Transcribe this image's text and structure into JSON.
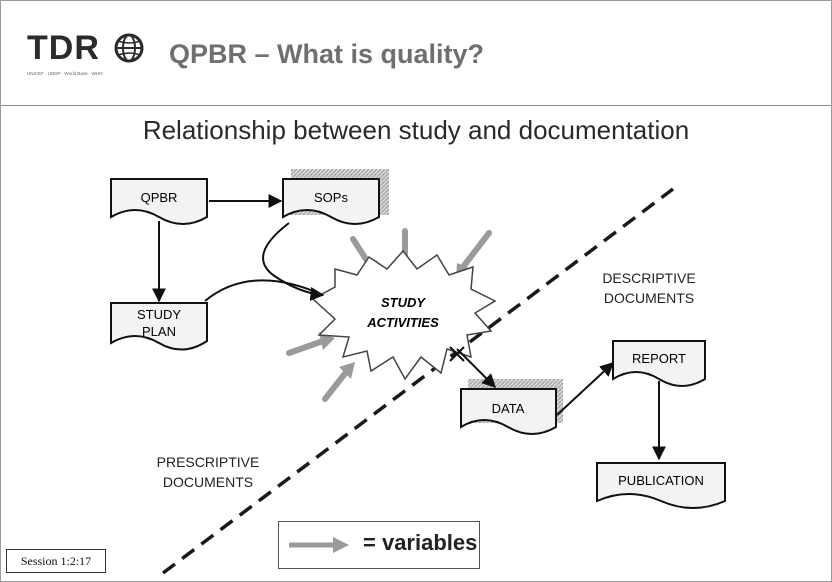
{
  "header": {
    "logo_text": "TDR",
    "logo_tagline": "UNICEF · UNDP · World Bank · WHO",
    "title": "QPBR – What is quality?"
  },
  "subtitle": "Relationship between study and documentation",
  "diagram": {
    "nodes": {
      "qpbr": "QPBR",
      "sops": "SOPs",
      "study_plan_line1": "STUDY",
      "study_plan_line2": "PLAN",
      "study_activities_line1": "STUDY",
      "study_activities_line2": "ACTIVITIES",
      "data": "DATA",
      "report": "REPORT",
      "publication": "PUBLICATION"
    },
    "labels": {
      "descriptive_line1": "DESCRIPTIVE",
      "descriptive_line2": "DOCUMENTS",
      "prescriptive_line1": "PRESCRIPTIVE",
      "prescriptive_line2": "DOCUMENTS"
    }
  },
  "legend": {
    "text": "= variables"
  },
  "footer": {
    "session": "Session 1:2:17"
  }
}
